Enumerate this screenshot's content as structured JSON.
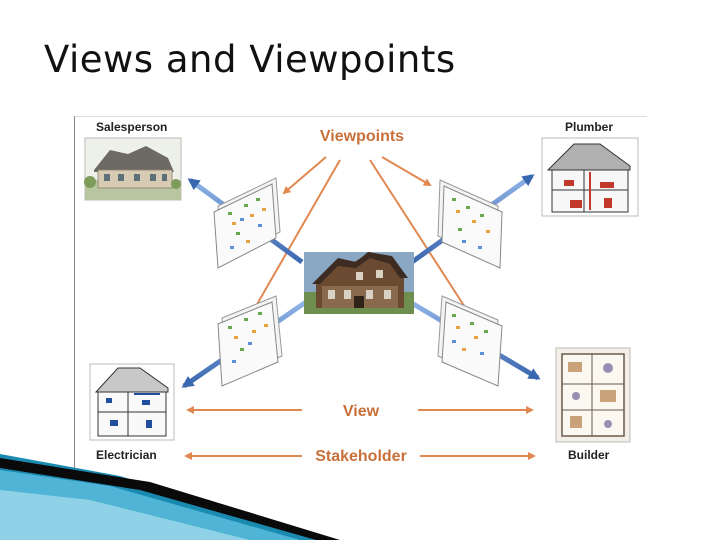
{
  "slide": {
    "title": "Views and Viewpoints"
  },
  "diagram": {
    "heading": "Viewpoints",
    "view_label": "View",
    "stakeholder_label": "Stakeholder",
    "stakeholders": {
      "salesperson": "Salesperson",
      "plumber": "Plumber",
      "electrician": "Electrician",
      "builder": "Builder"
    }
  },
  "colors": {
    "orange_arrow": "#e08850",
    "blue_arrow": "#4a78c0",
    "label_orange": "#c8703a",
    "accent_teal": "#1a8ab0"
  }
}
